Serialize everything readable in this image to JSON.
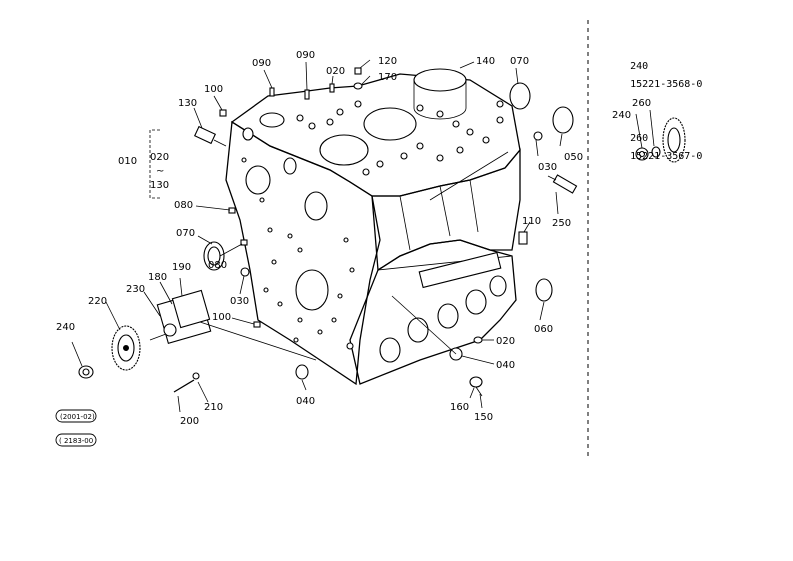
{
  "callouts": {
    "c090a": "090",
    "c090b": "090",
    "c020a": "020",
    "c120": "120",
    "c170": "170",
    "c140": "140",
    "c070a": "070",
    "c100a": "100",
    "c130": "130",
    "c010": "010",
    "c020b": "020",
    "c_tilde": "~",
    "c130b": "130",
    "c080a": "080",
    "c070b": "070",
    "c080b": "080",
    "c030a": "030",
    "c190": "190",
    "c180": "180",
    "c230": "230",
    "c220": "220",
    "c100b": "100",
    "c240a": "240",
    "c200": "200",
    "c210": "210",
    "c040a": "040",
    "c030b": "030",
    "c050": "050",
    "c250": "250",
    "c110": "110",
    "c060": "060",
    "c020c": "020",
    "c040b": "040",
    "c160": "160",
    "c150": "150",
    "c260": "260",
    "c240b": "240"
  },
  "stamps": {
    "top": "(2001-02)",
    "bottom": "( 2183-00"
  },
  "parts_list": [
    {
      "num": "240",
      "part_no": "15221-3568-0"
    },
    {
      "num": "260",
      "part_no": "15221-3567-0"
    }
  ]
}
